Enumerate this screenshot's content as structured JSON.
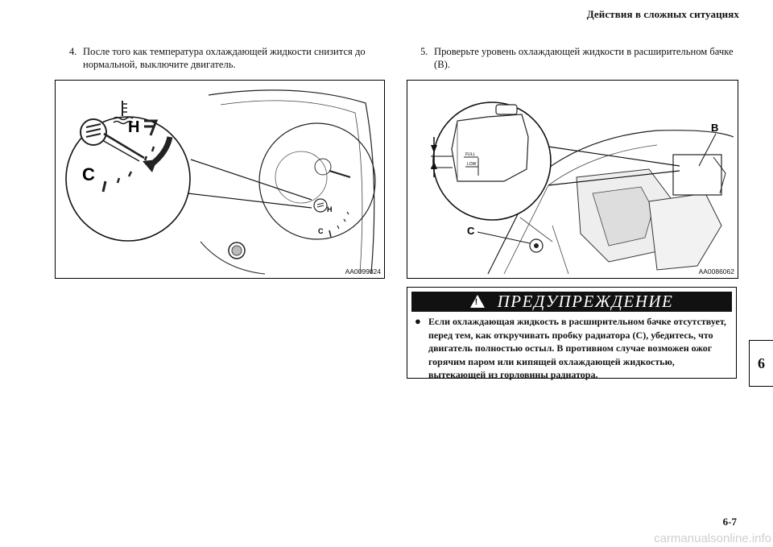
{
  "header": {
    "title": "Действия в сложных ситуациях"
  },
  "steps": [
    {
      "number": "4.",
      "text": "После того как температура охлаждающей жидкости снизится до нормальной, выключите двигатель."
    },
    {
      "number": "5.",
      "text": "Проверьте уровень охлаждающей жидкости в расширительном бачке (B)."
    }
  ],
  "figures": {
    "left": {
      "code": "AA0099024",
      "gauge_cold": "C",
      "gauge_hot": "H"
    },
    "right": {
      "code": "AA0086062",
      "label_b": "B",
      "label_c": "C",
      "tank_full": "FULL",
      "tank_low": "LOW"
    }
  },
  "warning": {
    "title": "ПРЕДУПРЕЖДЕНИЕ",
    "bullet": "●",
    "text": "Если охлаждающая жидкость в расширительном бачке отсутствует, перед тем, как откручивать пробку радиатора (C), убедитесь, что двигатель полностью остыл. В противном случае возможен ожог горячим паром или кипящей охлаждающей жидкостью, вытекающей из горловины радиатора."
  },
  "chapter_tab": "6",
  "page_number": "6-7",
  "watermark": "carmanualsonline.info",
  "icons": {
    "warning": "warning-triangle-icon",
    "coolant": "coolant-temperature-icon"
  }
}
